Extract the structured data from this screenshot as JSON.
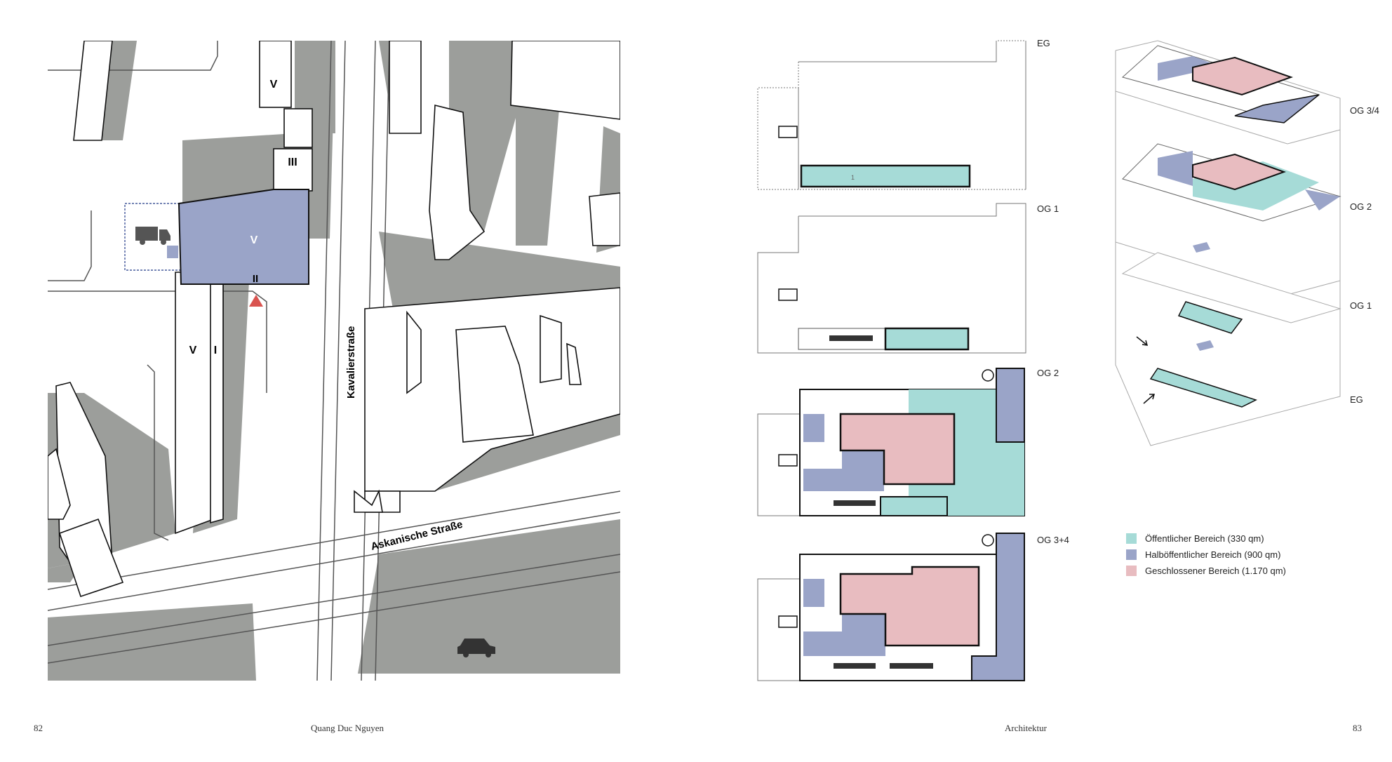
{
  "site_plan": {
    "storeys": [
      "V",
      "III",
      "V",
      "II",
      "V",
      "I"
    ],
    "streets": [
      "Kavalierstraße",
      "Askanische Straße"
    ]
  },
  "floor_plans": {
    "labels": [
      "EG",
      "OG 1",
      "OG 2",
      "OG 3+4"
    ],
    "room_number": "1"
  },
  "axonometric": {
    "labels": [
      "OG 3/4",
      "OG 2",
      "OG 1",
      "EG"
    ]
  },
  "legend": {
    "items": [
      {
        "label": "Öffentlicher Bereich (330 qm)",
        "color": "#a6dbd7"
      },
      {
        "label": "Halböffentlicher Bereich (900 qm)",
        "color": "#9aa4c8"
      },
      {
        "label": "Geschlossener Bereich (1.170 qm)",
        "color": "#e8bcc0"
      }
    ]
  },
  "colors": {
    "shadow": "#9c9e9b",
    "public": "#a6dbd7",
    "semi_public": "#9aa4c8",
    "closed": "#e8bcc0",
    "marker": "#d9534f"
  },
  "footer": {
    "page_left": "82",
    "author": "Quang Duc Nguyen",
    "section": "Architektur",
    "page_right": "83"
  }
}
